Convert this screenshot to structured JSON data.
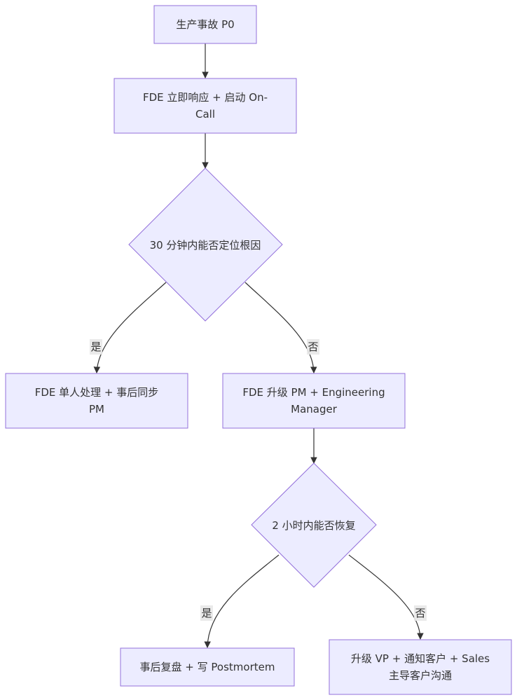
{
  "nodes": {
    "incident": {
      "lines": [
        "生产事故 P0"
      ]
    },
    "respond": {
      "lines": [
        "FDE 立即响应 + 启动 On-",
        "Call"
      ]
    },
    "decide30": {
      "lines": [
        "30 分钟内能否定位根因"
      ]
    },
    "solo": {
      "lines": [
        "FDE 单人处理 + 事后同步",
        "PM"
      ]
    },
    "escalatePM": {
      "lines": [
        "FDE 升级 PM + Engineering",
        "Manager"
      ]
    },
    "decide2h": {
      "lines": [
        "2 小时内能否恢复"
      ]
    },
    "postmortem": {
      "lines": [
        "事后复盘 + 写 Postmortem"
      ]
    },
    "escalateVP": {
      "lines": [
        "升级 VP + 通知客户 + Sales",
        "主导客户沟通"
      ]
    }
  },
  "edge_labels": {
    "yes1": "是",
    "no1": "否",
    "yes2": "是",
    "no2": "否"
  },
  "colors": {
    "node_fill": "#ECECFF",
    "node_stroke": "#9370DB",
    "edge": "#333333",
    "text": "#333333"
  }
}
